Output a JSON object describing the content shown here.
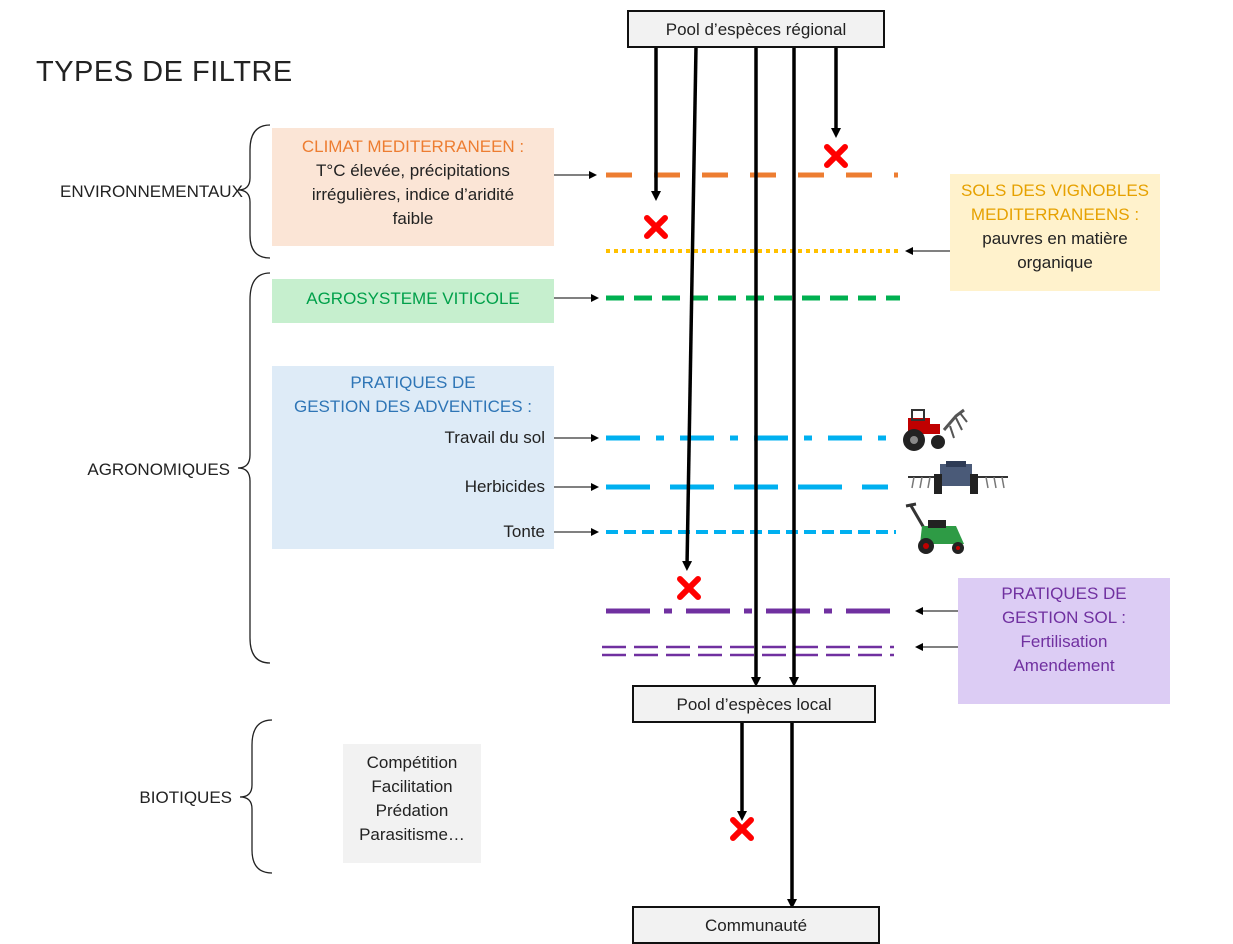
{
  "title": "TYPES DE FILTRE",
  "categories": {
    "environmental": "ENVIRONNEMENTAUX",
    "agronomic": "AGRONOMIQUES",
    "biotic": "BIOTIQUES"
  },
  "pools": {
    "regional": "Pool d’espèces régional",
    "local": "Pool d’espèces local",
    "community": "Communauté"
  },
  "climate": {
    "heading": "CLIMAT MEDITERRANEEN :",
    "lines": [
      "T°C élevée, précipitations",
      "irrégulières, indice d’aridité",
      "faible"
    ]
  },
  "soils": {
    "heading_lines": [
      "SOLS DES VIGNOBLES",
      "MEDITERRANEENS :"
    ],
    "lines": [
      "pauvres en matière",
      "organique"
    ]
  },
  "agrosystem": {
    "label": "AGROSYSTEME VITICOLE"
  },
  "weed_management": {
    "heading_lines": [
      "PRATIQUES DE",
      "GESTION DES ADVENTICES :"
    ],
    "practices": [
      "Travail du sol",
      "Herbicides",
      "Tonte"
    ]
  },
  "soil_management": {
    "heading_lines": [
      "PRATIQUES DE",
      "GESTION SOL :"
    ],
    "lines": [
      "Fertilisation",
      "Amendement"
    ]
  },
  "biotic": {
    "lines": [
      "Compétition",
      "Facilitation",
      "Prédation",
      "Parasitisme…"
    ]
  },
  "icons": [
    "tractor-plough-icon",
    "sprayer-tractor-icon",
    "lawn-mower-icon"
  ],
  "colors": {
    "climate_filter": "#ED7D31",
    "climate_bg": "#FBE5D6",
    "soil_filter": "#FFC000",
    "soil_bg": "#FFF2CC",
    "agro_filter": "#00B050",
    "agro_bg": "#C6EFCE",
    "weed_filter": "#00B0F0",
    "weed_bg": "#DEEBF7",
    "weed_text": "#2E75B6",
    "soilmgmt_filter": "#7030A0",
    "soilmgmt_bg": "#DCCCF4",
    "blocked": "#FF0000"
  }
}
